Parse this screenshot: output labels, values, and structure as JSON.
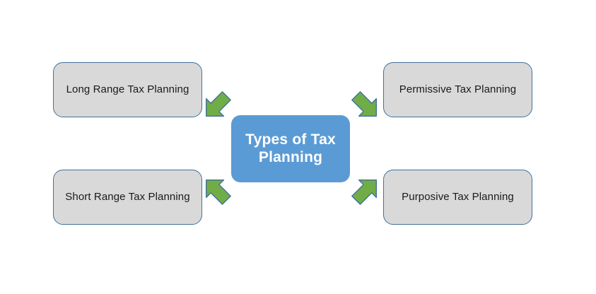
{
  "diagram": {
    "title": "Types of Tax Planning",
    "colors": {
      "center_fill": "#5B9BD5",
      "center_text": "#FFFFFF",
      "node_fill": "#D9D9D9",
      "node_border": "#41719C",
      "node_text": "#1A1A1A",
      "arrow_fill": "#70AD47",
      "arrow_border": "#41719C",
      "background": "#FFFFFF"
    },
    "center": {
      "label": "Types of Tax Planning",
      "line1": "Types of Tax",
      "line2": "Planning"
    },
    "nodes": [
      {
        "id": "long-range",
        "label": "Long Range Tax Planning",
        "position": "top-left"
      },
      {
        "id": "permissive",
        "label": "Permissive Tax Planning",
        "position": "top-right"
      },
      {
        "id": "short-range",
        "label": "Short Range Tax Planning",
        "position": "bottom-left"
      },
      {
        "id": "purposive",
        "label": "Purposive Tax Planning",
        "position": "bottom-right"
      }
    ],
    "arrows": [
      {
        "id": "arrow-top-left",
        "icon": "arrow-up-left-icon",
        "direction": "up-left",
        "from": "center",
        "to": "long-range"
      },
      {
        "id": "arrow-top-right",
        "icon": "arrow-up-right-icon",
        "direction": "up-right",
        "from": "center",
        "to": "permissive"
      },
      {
        "id": "arrow-bottom-left",
        "icon": "arrow-down-left-icon",
        "direction": "down-left",
        "from": "center",
        "to": "short-range"
      },
      {
        "id": "arrow-bottom-right",
        "icon": "arrow-down-right-icon",
        "direction": "down-right",
        "from": "center",
        "to": "purposive"
      }
    ]
  }
}
